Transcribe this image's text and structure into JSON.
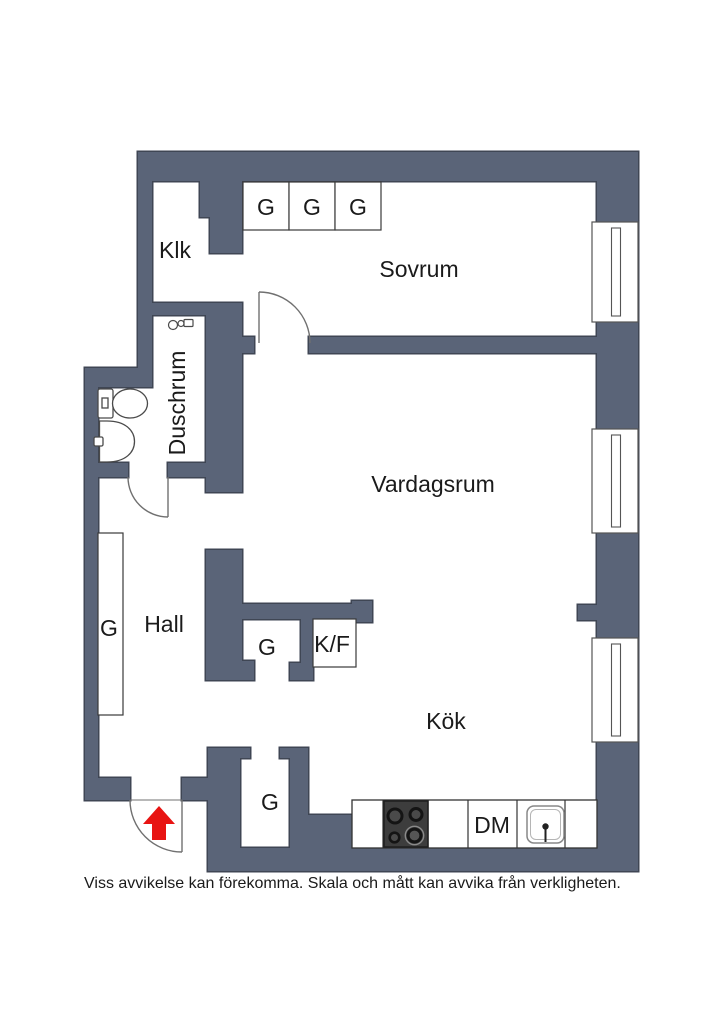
{
  "labels": {
    "klk": "Klk",
    "sovrum": "Sovrum",
    "duschrum": "Duschrum",
    "vardagsrum": "Vardagsrum",
    "hall": "Hall",
    "kok": "Kök",
    "g": "G",
    "kf": "K/F",
    "dm": "DM"
  },
  "wardrobes_top": [
    "G",
    "G",
    "G"
  ],
  "disclaimer": "Viss avvikelse kan förekomma. Skala och mått kan avvika från verkligheten.",
  "colors": {
    "wall": "#5a6478",
    "wall-line": "#3f4654",
    "text": "#1a1a1a",
    "arrow": "#e81412",
    "stove": "#3d3d3d",
    "fixture-line": "#4a4a4a",
    "door-line": "#707070",
    "box-line": "#3a3a3a"
  }
}
